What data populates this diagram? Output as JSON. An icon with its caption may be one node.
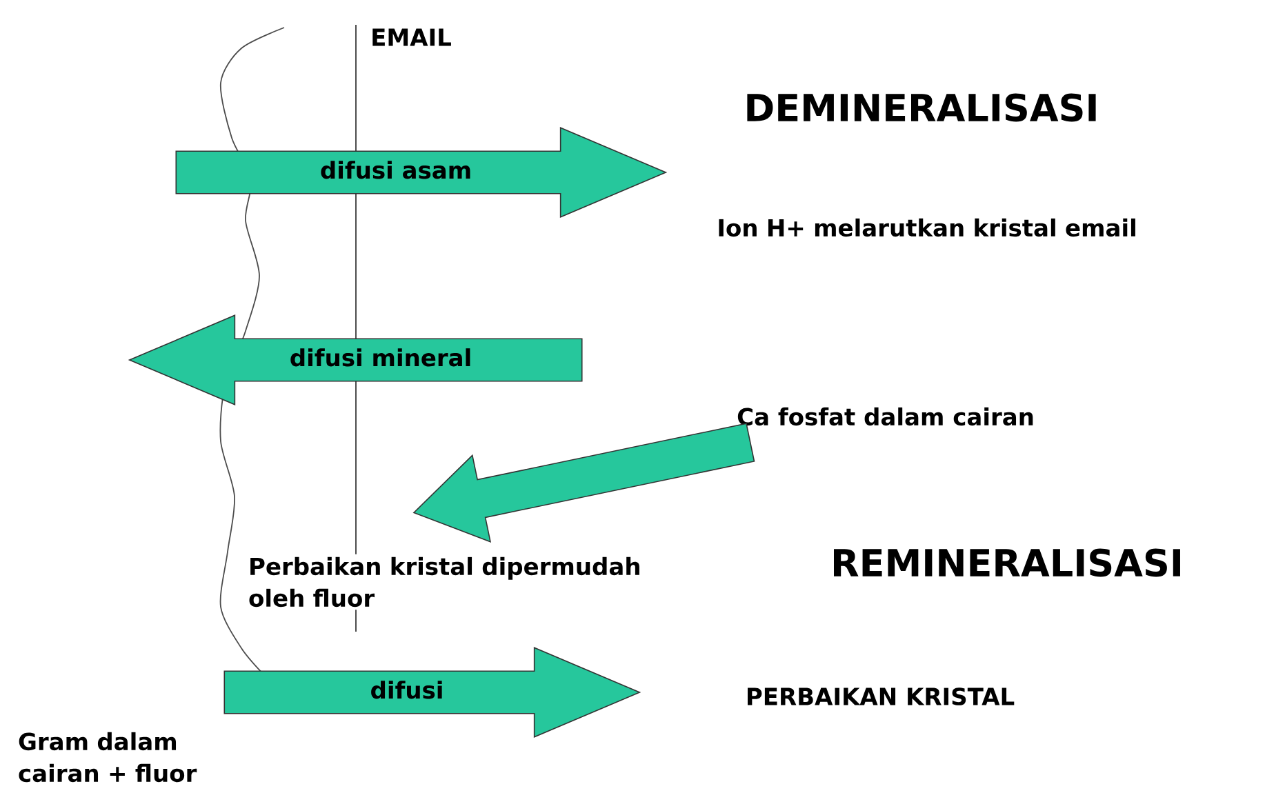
{
  "diagram": {
    "nodes": [
      {
        "text": [
          "difusi asam"
        ]
      },
      {
        "text": [
          "difusi mineral"
        ]
      },
      {
        "text": [
          "Ca fosfat dalam cairan"
        ]
      },
      {
        "text": [
          "Perbaikan kristal dipermudah oleh fluor"
        ]
      },
      {
        "text": [
          "difusi"
        ]
      }
    ],
    "edges": [
      {
        "from": 2,
        "to": 3,
        "arrow": "to",
        "style": "thick",
        "color": "#26c79c"
      }
    ],
    "labels": [
      "EMAIL",
      "DEMINERALISASI",
      "Ion H+ melarutkan kristal email",
      "REMINERALISASI",
      "PERBAIKAN KRISTAL",
      "Gram dalam cairan + fluor"
    ]
  }
}
